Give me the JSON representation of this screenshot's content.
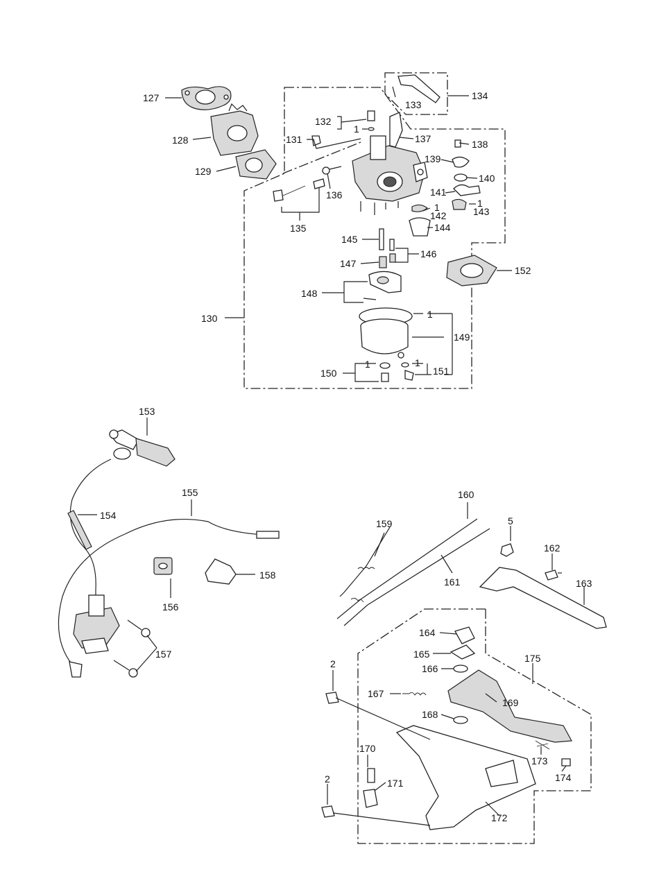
{
  "labels": {
    "l127": "127",
    "l128": "128",
    "l129": "129",
    "l130": "130",
    "l131": "131",
    "l132": "132",
    "l1_132": "1",
    "l133": "133",
    "l134": "134",
    "l135": "135",
    "l136": "136",
    "l137": "137",
    "l138": "138",
    "l139": "139",
    "l140": "140",
    "l141": "141",
    "l1_142": "1",
    "l142": "142",
    "l1_143": "1",
    "l143": "143",
    "l144": "144",
    "l145": "145",
    "l146": "146",
    "l147": "147",
    "l148": "148",
    "l1_149": "1",
    "l149": "149",
    "l1_150": "1",
    "l150": "150",
    "l1_151": "1",
    "l151": "151",
    "l152": "152",
    "l153": "153",
    "l154": "154",
    "l155": "155",
    "l156": "156",
    "l157": "157",
    "l158": "158",
    "l159": "159",
    "l160": "160",
    "l161": "161",
    "l5": "5",
    "l162": "162",
    "l163": "163",
    "l164": "164",
    "l165": "165",
    "l166": "166",
    "l167": "167",
    "l168": "168",
    "l169": "169",
    "l170": "170",
    "l171": "171",
    "l172": "172",
    "l173": "173",
    "l174": "174",
    "l175": "175",
    "l2a": "2",
    "l2b": "2"
  },
  "colors": {
    "line": "#222222",
    "background": "#ffffff"
  }
}
